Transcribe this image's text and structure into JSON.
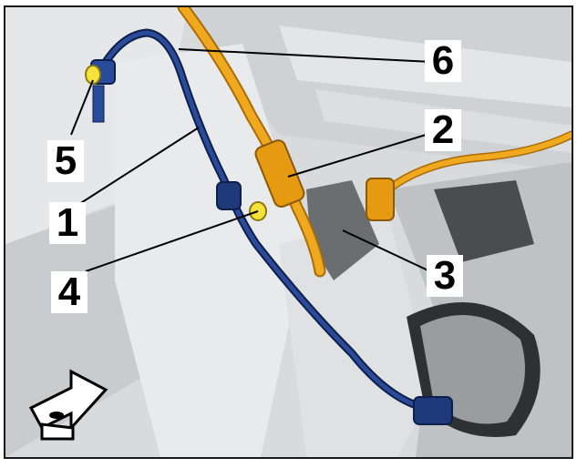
{
  "callouts": [
    {
      "id": "1",
      "label": "1"
    },
    {
      "id": "2",
      "label": "2"
    },
    {
      "id": "3",
      "label": "3"
    },
    {
      "id": "4",
      "label": "4"
    },
    {
      "id": "5",
      "label": "5"
    },
    {
      "id": "6",
      "label": "6"
    }
  ],
  "colors": {
    "blue_line": "#1f3a7a",
    "orange_line": "#f0a81e",
    "leader": "#000000",
    "background": "#d8dadc"
  },
  "icons": [
    "view-direction-arrow-icon"
  ]
}
